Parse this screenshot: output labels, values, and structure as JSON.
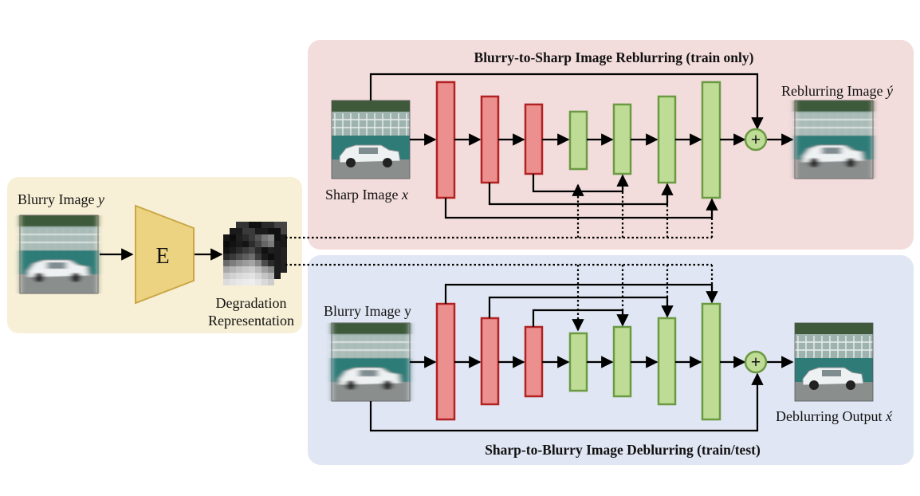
{
  "left_panel": {
    "input_label": "Blurry Image",
    "input_symbol": "y",
    "encoder_label": "E",
    "rep_label_line1": "Degradation",
    "rep_label_line2": "Representation"
  },
  "top_panel": {
    "title": "Blurry-to-Sharp Image Reblurring (train only)",
    "input_label": "Sharp Image",
    "input_symbol": "x",
    "output_label": "Reblurring Image",
    "output_symbol": "ý"
  },
  "bottom_panel": {
    "title": "Sharp-to-Blurry Image Deblurring (train/test)",
    "input_label": "Blurry Image y",
    "output_label": "Deblurring Output",
    "output_symbol": "x́"
  },
  "colors": {
    "left_bg": "#f8f0d6",
    "top_bg": "#f3dcdc",
    "bottom_bg": "#e0e6f3",
    "encoder": "#ecd382",
    "red_block": "#ec8f8f",
    "red_stroke": "#b22222",
    "green_block": "#bfdc96",
    "green_stroke": "#6b9a42"
  }
}
